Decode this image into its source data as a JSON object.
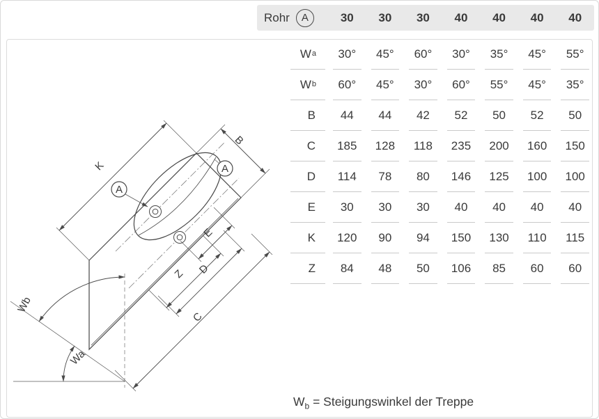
{
  "header": {
    "rohr_label": "Rohr",
    "tube_symbol": "A",
    "values": [
      "30",
      "30",
      "30",
      "40",
      "40",
      "40",
      "40"
    ]
  },
  "table": {
    "rows": [
      {
        "label": "W",
        "sub": "a",
        "values": [
          "30°",
          "45°",
          "60°",
          "30°",
          "35°",
          "45°",
          "55°"
        ]
      },
      {
        "label": "W",
        "sub": "b",
        "values": [
          "60°",
          "45°",
          "30°",
          "60°",
          "55°",
          "45°",
          "35°"
        ]
      },
      {
        "label": "B",
        "sub": "",
        "values": [
          "44",
          "44",
          "42",
          "52",
          "50",
          "52",
          "50"
        ]
      },
      {
        "label": "C",
        "sub": "",
        "values": [
          "185",
          "128",
          "118",
          "235",
          "200",
          "160",
          "150"
        ]
      },
      {
        "label": "D",
        "sub": "",
        "values": [
          "114",
          "78",
          "80",
          "146",
          "125",
          "100",
          "100"
        ]
      },
      {
        "label": "E",
        "sub": "",
        "values": [
          "30",
          "30",
          "30",
          "40",
          "40",
          "40",
          "40"
        ]
      },
      {
        "label": "K",
        "sub": "",
        "values": [
          "120",
          "90",
          "94",
          "150",
          "130",
          "110",
          "115"
        ]
      },
      {
        "label": "Z",
        "sub": "",
        "values": [
          "84",
          "48",
          "50",
          "106",
          "85",
          "60",
          "60"
        ]
      }
    ]
  },
  "note": {
    "prefix": "W",
    "sub": "b",
    "rest": " = Steigungswinkel der Treppe"
  },
  "diagram": {
    "labels": {
      "K": "K",
      "B": "B",
      "A": "A",
      "E": "E",
      "Z": "Z",
      "D": "D",
      "C": "C",
      "Wa": "Wa",
      "Wb": "Wb"
    }
  },
  "colors": {
    "header_bg": "#e9e9e9",
    "frame_border": "#dcdcdc",
    "row_line": "#c9c9c9",
    "text": "#3a3a3a",
    "drawing_line": "#4a4a4a"
  }
}
